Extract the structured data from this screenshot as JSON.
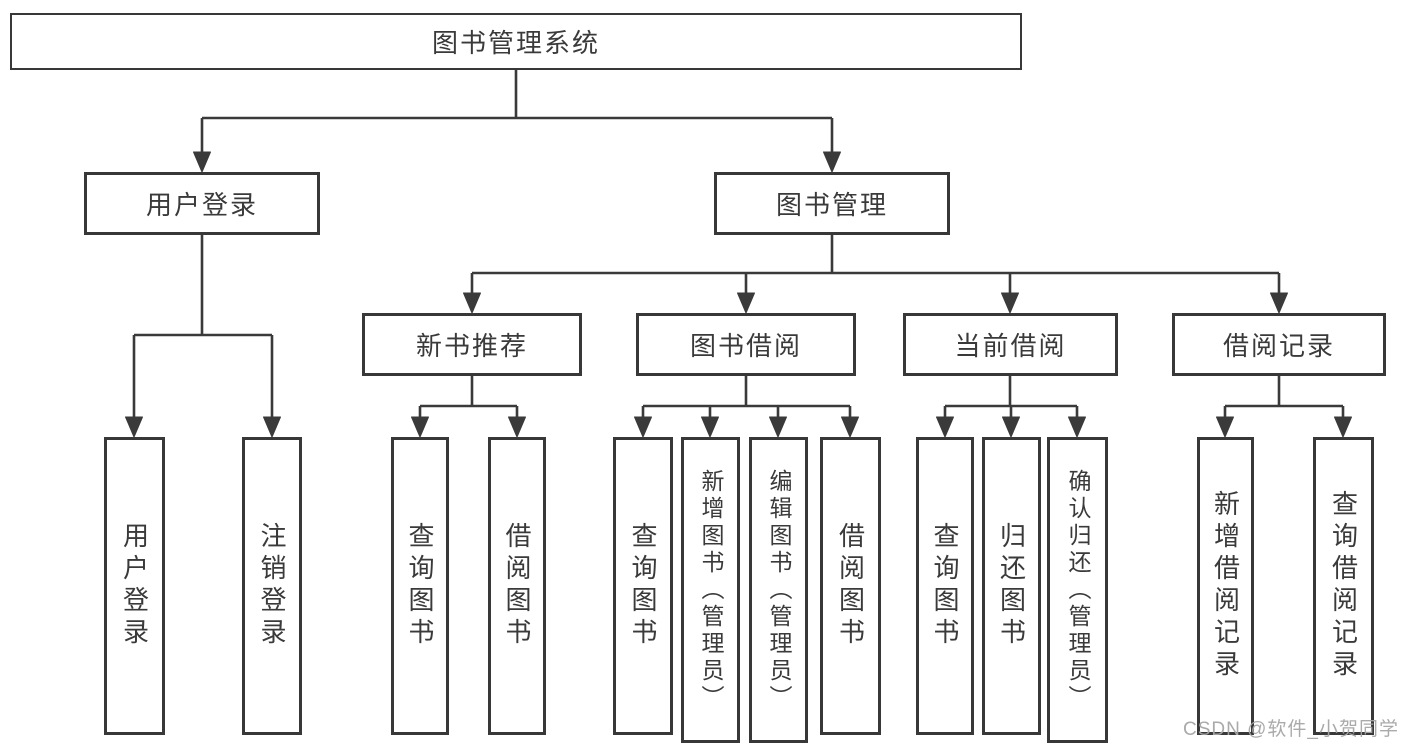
{
  "diagram_title": "图书管理系统",
  "watermark": "CSDN @软件_小贺同学",
  "colors": {
    "line": "#3a3a3a",
    "box_border": "#383838",
    "text": "#3a3a3a",
    "background": "#ffffff",
    "watermark": "#a5a5a5"
  },
  "nodes": {
    "root": "图书管理系统",
    "user_login": "用户登录",
    "book_mgmt": "图书管理",
    "new_books": "新书推荐",
    "book_borrow": "图书借阅",
    "current_borrow": "当前借阅",
    "borrow_records": "借阅记录",
    "ul_user_login": "用户登录",
    "ul_logout": "注销登录",
    "nb_query_books": "查询图书",
    "nb_borrow_books": "借阅图书",
    "bb_query_books": "查询图书",
    "bb_add_books": "新增图书（管理员）",
    "bb_edit_books": "编辑图书（管理员）",
    "bb_borrow_books": "借阅图书",
    "cb_query_books": "查询图书",
    "cb_return_books": "归还图书",
    "cb_confirm_return": "确认归还（管理员）",
    "br_add_record": "新增借阅记录",
    "br_query_record": "查询借阅记录"
  }
}
